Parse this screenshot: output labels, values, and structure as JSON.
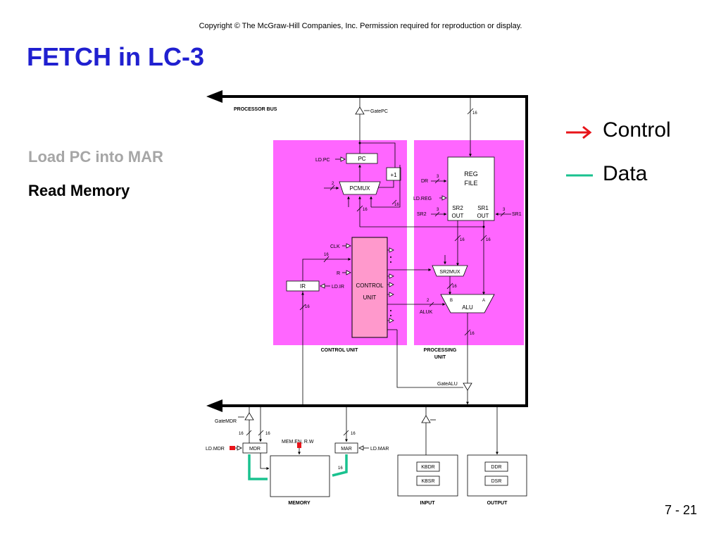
{
  "copyright": "Copyright © The McGraw-Hill Companies, Inc.  Permission required for reproduction or display.",
  "title": "FETCH in LC-3",
  "steps": [
    {
      "label": "Load PC into MAR",
      "state": "done"
    },
    {
      "label": "Read Memory",
      "state": "active"
    }
  ],
  "legend": [
    {
      "label": "Control",
      "color": "#e8141a",
      "icon": "red-arrow-icon"
    },
    {
      "label": "Data",
      "color": "#19c28f",
      "icon": "green-line-icon"
    }
  ],
  "slide_number": "7 - 21",
  "colors": {
    "unit_fill": "#ff66ff",
    "control_unit_box": "#ff99cc",
    "control_highlight": "#e8141a",
    "data_highlight": "#19c28f",
    "title": "#2020d0"
  },
  "diagram": {
    "processor_bus": "PROCESSOR BUS",
    "gate_pc": "GatePC",
    "pc": "PC",
    "ld_pc": "LD.PC",
    "plus_one": "+1",
    "pcmux": "PCMUX",
    "reg_file": [
      "REG",
      "FILE"
    ],
    "dr": "DR",
    "ld_reg": "LD.REG",
    "sr2": "SR2",
    "sr1": "SR1",
    "sr2_out": [
      "SR2",
      "OUT"
    ],
    "sr1_out": [
      "SR1",
      "OUT"
    ],
    "clk": "CLK",
    "r": "R",
    "ir": "IR",
    "ld_ir": "LD.IR",
    "control_unit_box": [
      "CONTROL",
      "UNIT"
    ],
    "sr2mux": "SR2MUX",
    "aluk": "ALUK",
    "alu": "ALU",
    "alu_in_b": "B",
    "alu_in_a": "A",
    "control_unit_label": "CONTROL UNIT",
    "processing_unit_label": [
      "PROCESSING",
      "UNIT"
    ],
    "gate_alu": "GateALU",
    "gate_mdr": "GateMDR",
    "ld_mdr": "LD.MDR",
    "mdr": "MDR",
    "mem_en_rw": "MEM.EN, R.W",
    "mar": "MAR",
    "ld_mar": "LD.MAR",
    "memory": "MEMORY",
    "kbdr": "KBDR",
    "kbsr": "KBSR",
    "input": "INPUT",
    "ddr": "DDR",
    "dsr": "DSR",
    "output": "OUTPUT",
    "w16": "16",
    "w3": "3",
    "w2": "2"
  }
}
